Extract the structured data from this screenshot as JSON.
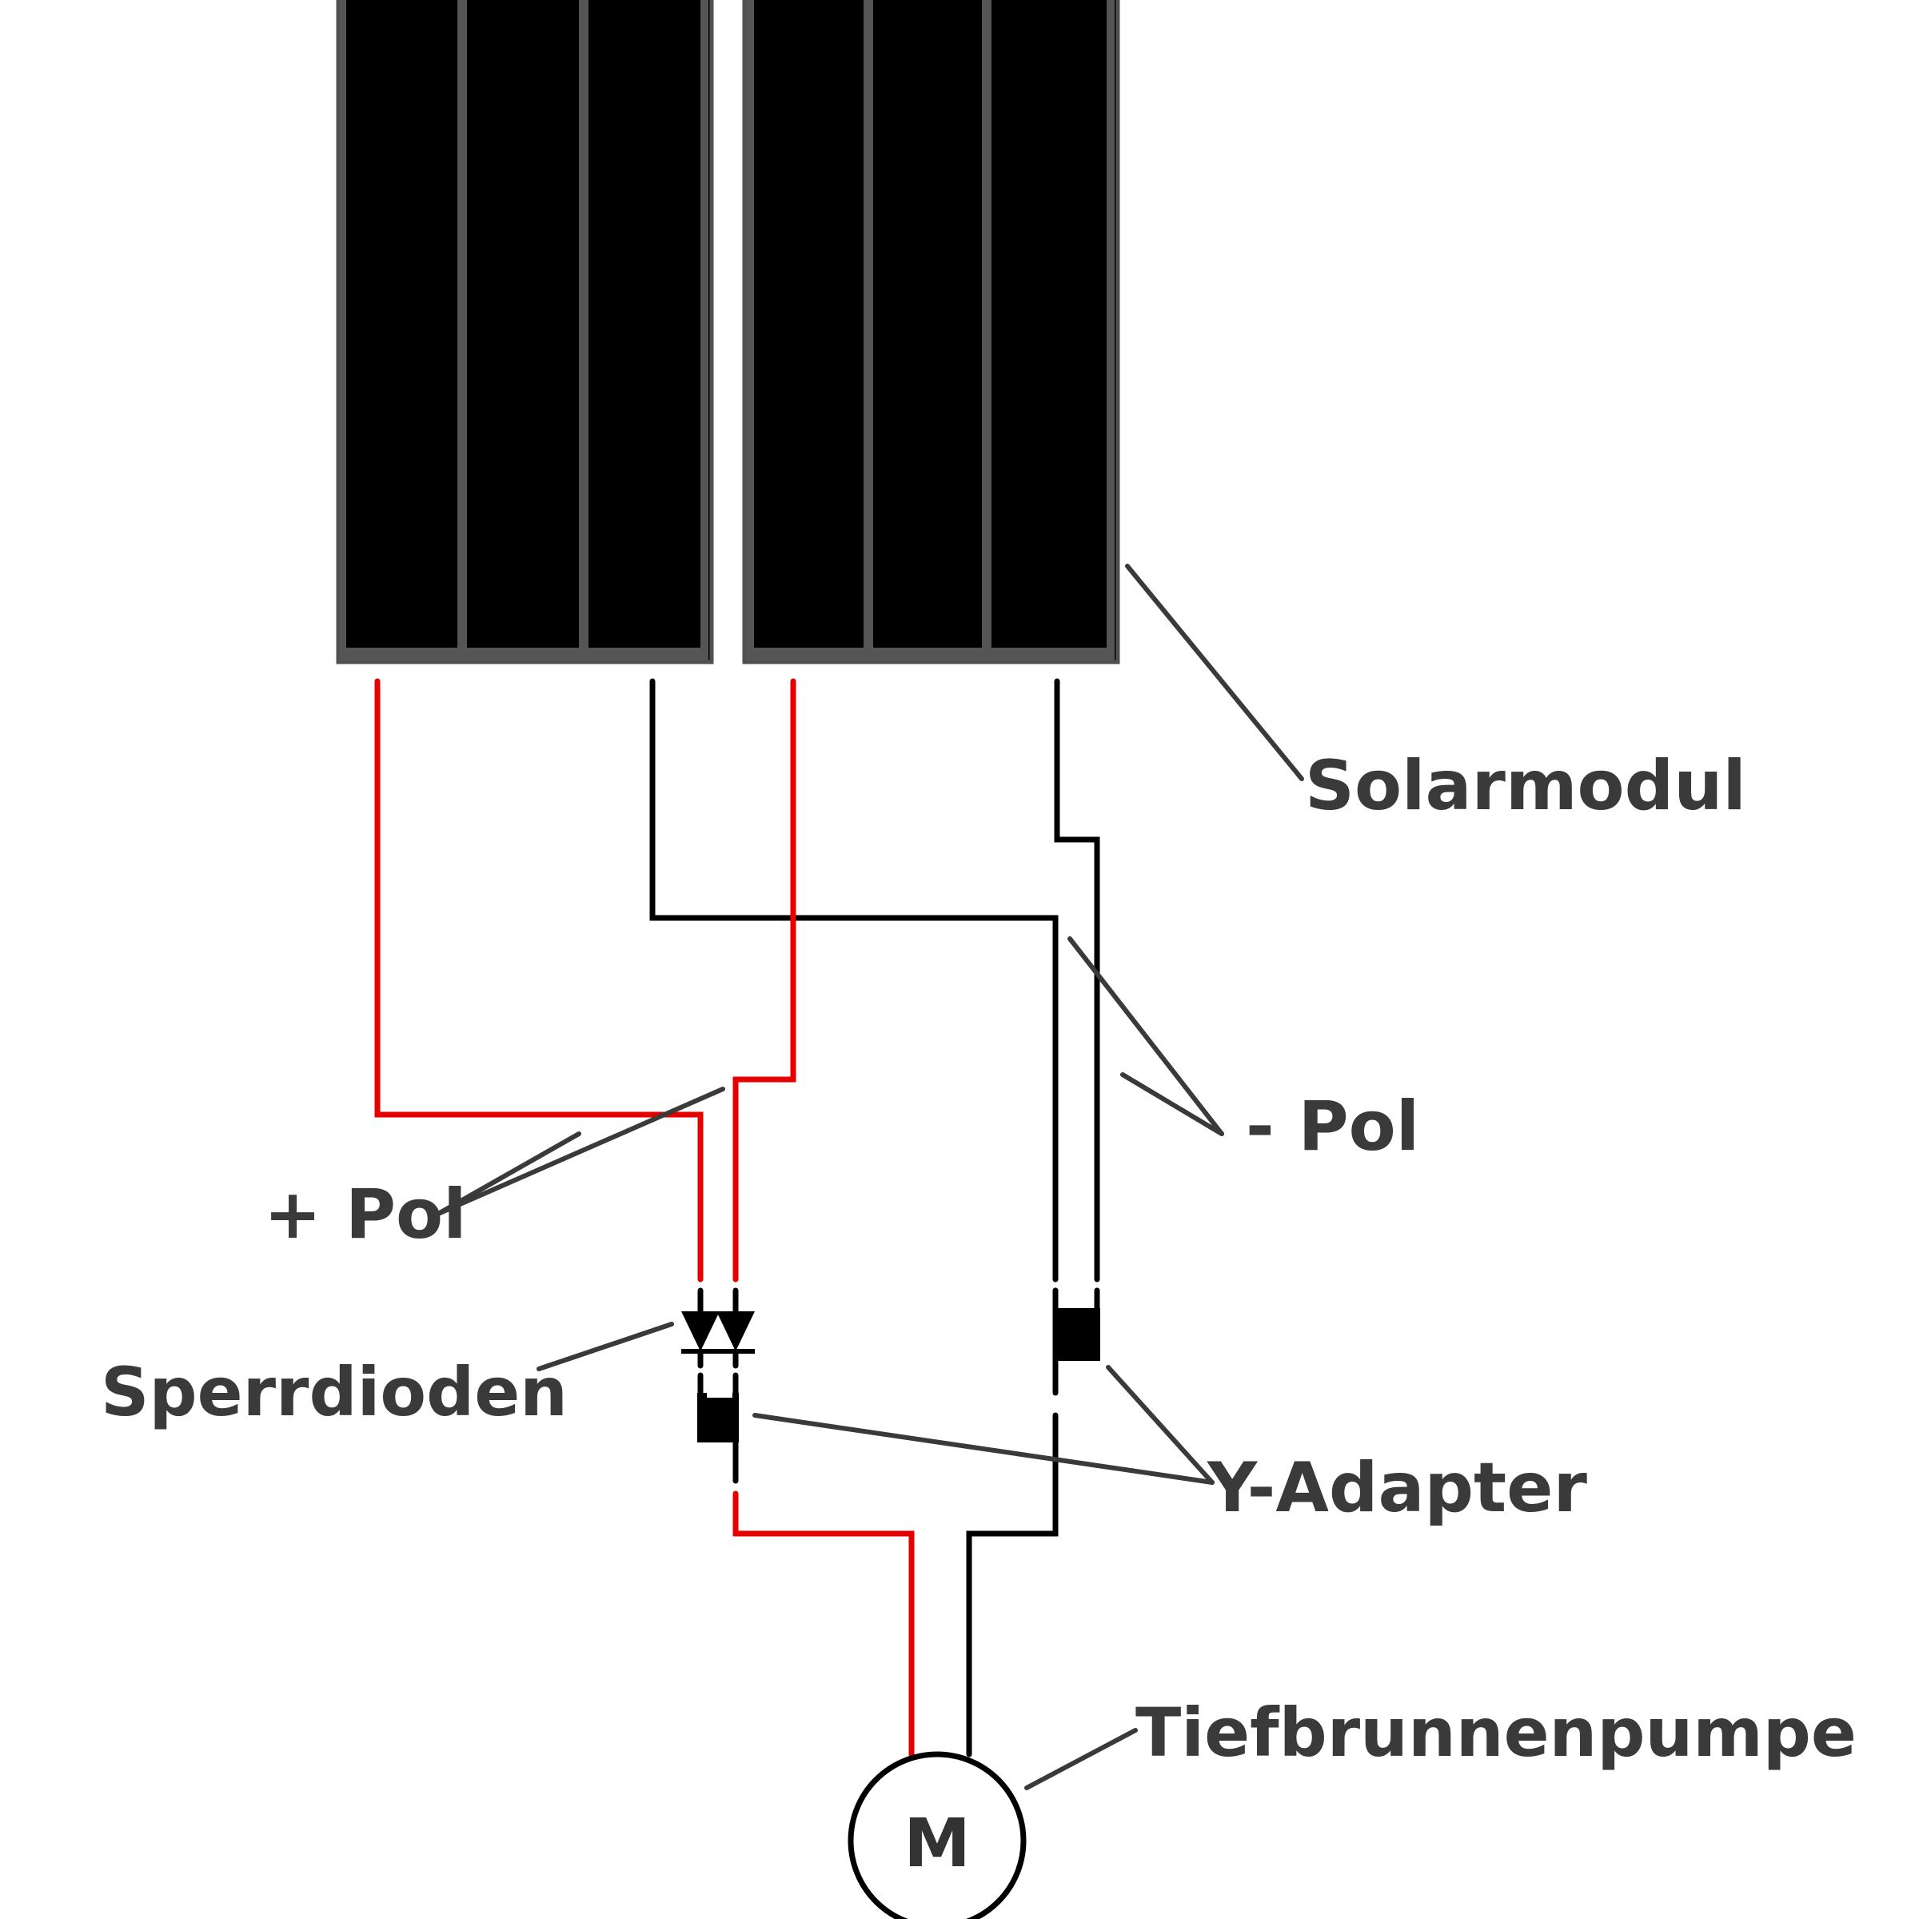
{
  "labels": {
    "solar_module": "Solarmodul",
    "minus_pole": "- Pol",
    "plus_pole": "+ Pol",
    "blocking_diodes": "Sperrdioden",
    "y_adapter": "Y-Adapter",
    "deep_well_pump": "Tiefbrunnenpumpe",
    "motor": "M"
  },
  "colors": {
    "positive_wire": "#e60000",
    "negative_wire": "#000000",
    "panel_cell": "#000000",
    "panel_frame": "#505050",
    "label_text": "#3a3a3a",
    "leader_line": "#3a3a3a"
  },
  "icons": {
    "panel": "solar-panel-icon",
    "diode": "diode-icon",
    "adapter": "y-adapter-icon",
    "motor": "motor-icon"
  }
}
